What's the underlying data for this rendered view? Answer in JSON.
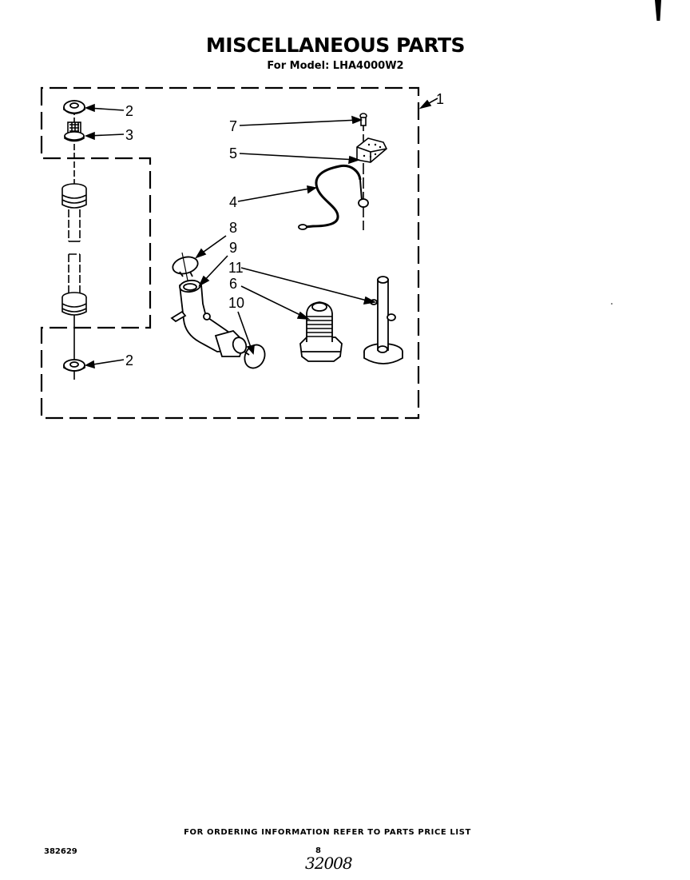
{
  "header": {
    "title": "MISCELLANEOUS PARTS",
    "subtitle": "For Model: LHA4000W2"
  },
  "diagram": {
    "callouts": [
      {
        "id": "1",
        "label": "1",
        "part": "parts-bag-assembly"
      },
      {
        "id": "2a",
        "label": "2",
        "part": "washer-top"
      },
      {
        "id": "3",
        "label": "3",
        "part": "inlet-screen-fitting"
      },
      {
        "id": "2b",
        "label": "2",
        "part": "washer-bottom"
      },
      {
        "id": "7",
        "label": "7",
        "part": "screw"
      },
      {
        "id": "5",
        "label": "5",
        "part": "clip-bracket"
      },
      {
        "id": "4",
        "label": "4",
        "part": "ground-wire"
      },
      {
        "id": "8",
        "label": "8",
        "part": "hose-clamp-top"
      },
      {
        "id": "9",
        "label": "9",
        "part": "drain-hose-elbow"
      },
      {
        "id": "11",
        "label": "11",
        "part": "leveling-leg-pin"
      },
      {
        "id": "6",
        "label": "6",
        "part": "leveling-leg"
      },
      {
        "id": "10",
        "label": "10",
        "part": "hose-clamp-bottom"
      }
    ]
  },
  "footer": {
    "ordering_note": "FOR ORDERING INFORMATION REFER TO PARTS PRICE LIST",
    "document_number": "382629",
    "page_number": "8",
    "handwritten_note": "32008"
  }
}
